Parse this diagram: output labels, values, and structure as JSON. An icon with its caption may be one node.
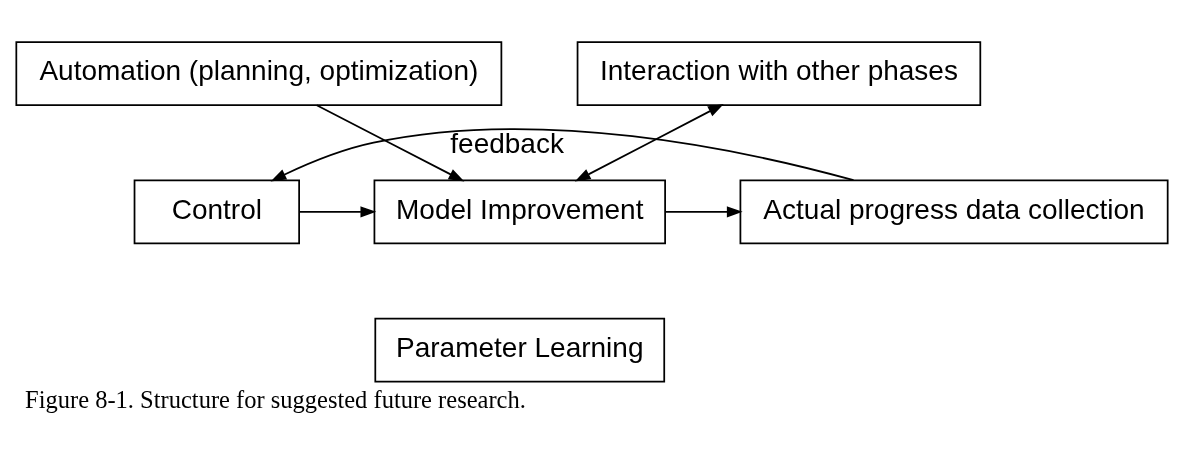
{
  "diagram": {
    "caption": "Figure 8-1. Structure for suggested future research.",
    "nodes": [
      {
        "text": [
          "Automation (planning, optimization)"
        ]
      },
      {
        "text": [
          "Interaction with other phases"
        ]
      },
      {
        "text": [
          "Control"
        ]
      },
      {
        "text": [
          "Model Improvement"
        ]
      },
      {
        "text": [
          "Actual progress data collection"
        ]
      },
      {
        "text": [
          "Parameter Learning"
        ]
      }
    ],
    "edges": [
      {
        "from": 0,
        "to": 3,
        "arrow": "to"
      },
      {
        "from": 1,
        "to": 3,
        "arrow": "both"
      },
      {
        "from": 2,
        "to": 3,
        "arrow": "to"
      },
      {
        "from": 3,
        "to": 4,
        "arrow": "to"
      },
      {
        "from": 4,
        "to": 2,
        "arrow": "to",
        "label": "feedback"
      }
    ]
  }
}
